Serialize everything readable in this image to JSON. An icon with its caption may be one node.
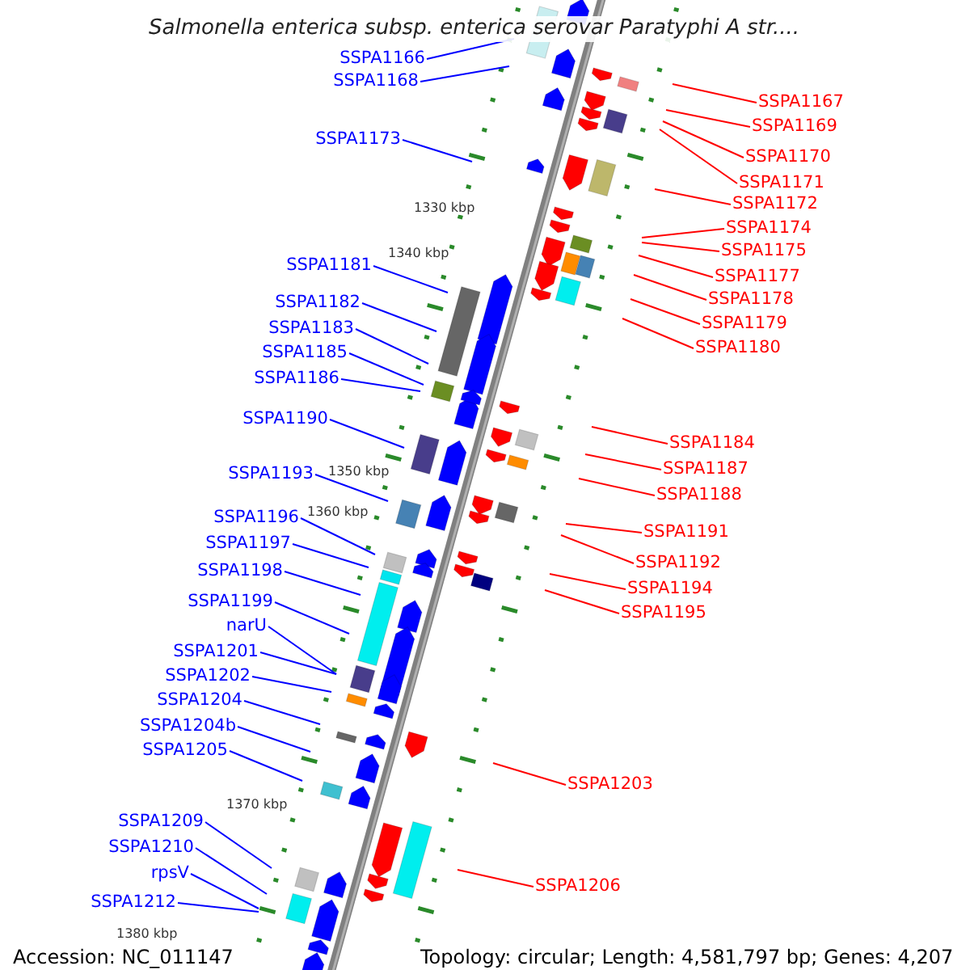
{
  "diagram": {
    "title": "Salmonella enterica subsp. enterica serovar Paratyphi A str....",
    "nodes": [
      {
        "text": [
          "SSPA1166"
        ]
      },
      {
        "text": [
          "SSPA1168"
        ]
      },
      {
        "text": [
          "SSPA1173"
        ]
      },
      {
        "text": [
          "SSPA1181"
        ]
      },
      {
        "text": [
          "SSPA1182"
        ]
      },
      {
        "text": [
          "SSPA1183"
        ]
      },
      {
        "text": [
          "SSPA1185"
        ]
      },
      {
        "text": [
          "SSPA1186"
        ]
      },
      {
        "text": [
          "SSPA1190"
        ]
      },
      {
        "text": [
          "SSPA1193"
        ]
      },
      {
        "text": [
          "SSPA1196"
        ]
      },
      {
        "text": [
          "SSPA1197"
        ]
      },
      {
        "text": [
          "SSPA1198"
        ]
      },
      {
        "text": [
          "SSPA1199"
        ]
      },
      {
        "text": [
          "narU"
        ]
      },
      {
        "text": [
          "SSPA1201"
        ]
      },
      {
        "text": [
          "SSPA1202"
        ]
      },
      {
        "text": [
          "SSPA1204"
        ]
      },
      {
        "text": [
          "SSPA1204b"
        ]
      },
      {
        "text": [
          "SSPA1205"
        ]
      },
      {
        "text": [
          "SSPA1209"
        ]
      },
      {
        "text": [
          "SSPA1210"
        ]
      },
      {
        "text": [
          "rpsV"
        ]
      },
      {
        "text": [
          "SSPA1212"
        ]
      },
      {
        "text": [
          "SSPA1167"
        ]
      },
      {
        "text": [
          "SSPA1169"
        ]
      },
      {
        "text": [
          "SSPA1170"
        ]
      },
      {
        "text": [
          "SSPA1171"
        ]
      },
      {
        "text": [
          "SSPA1172"
        ]
      },
      {
        "text": [
          "SSPA1174"
        ]
      },
      {
        "text": [
          "SSPA1175"
        ]
      },
      {
        "text": [
          "SSPA1177"
        ]
      },
      {
        "text": [
          "SSPA1178"
        ]
      },
      {
        "text": [
          "SSPA1179"
        ]
      },
      {
        "text": [
          "SSPA1180"
        ]
      },
      {
        "text": [
          "SSPA1184"
        ]
      },
      {
        "text": [
          "SSPA1187"
        ]
      },
      {
        "text": [
          "SSPA1188"
        ]
      },
      {
        "text": [
          "SSPA1191"
        ]
      },
      {
        "text": [
          "SSPA1192"
        ]
      },
      {
        "text": [
          "SSPA1194"
        ]
      },
      {
        "text": [
          "SSPA1195"
        ]
      },
      {
        "text": [
          "SSPA1203"
        ]
      },
      {
        "text": [
          "SSPA1206"
        ]
      }
    ],
    "edges": [
      {
        "from": 0,
        "to": null,
        "arrow": "none"
      },
      {
        "from": 1,
        "to": null,
        "arrow": "none"
      },
      {
        "from": 2,
        "to": null,
        "arrow": "none"
      },
      {
        "from": 3,
        "to": null,
        "arrow": "none"
      },
      {
        "from": 4,
        "to": null,
        "arrow": "none"
      },
      {
        "from": 5,
        "to": null,
        "arrow": "none"
      },
      {
        "from": 6,
        "to": null,
        "arrow": "none"
      },
      {
        "from": 7,
        "to": null,
        "arrow": "none"
      },
      {
        "from": 8,
        "to": null,
        "arrow": "none"
      },
      {
        "from": 9,
        "to": null,
        "arrow": "none"
      },
      {
        "from": 10,
        "to": null,
        "arrow": "none"
      },
      {
        "from": 11,
        "to": null,
        "arrow": "none"
      },
      {
        "from": 12,
        "to": null,
        "arrow": "none"
      },
      {
        "from": 13,
        "to": null,
        "arrow": "none"
      },
      {
        "from": 14,
        "to": null,
        "arrow": "none"
      },
      {
        "from": 15,
        "to": null,
        "arrow": "none"
      },
      {
        "from": 16,
        "to": null,
        "arrow": "none"
      },
      {
        "from": 17,
        "to": null,
        "arrow": "none"
      },
      {
        "from": 18,
        "to": null,
        "arrow": "none"
      },
      {
        "from": 19,
        "to": null,
        "arrow": "none"
      },
      {
        "from": 20,
        "to": null,
        "arrow": "none"
      },
      {
        "from": 21,
        "to": null,
        "arrow": "none"
      },
      {
        "from": 22,
        "to": null,
        "arrow": "none"
      },
      {
        "from": 23,
        "to": null,
        "arrow": "none"
      },
      {
        "from": 24,
        "to": null,
        "arrow": "none",
        "color": "#ff0000"
      },
      {
        "from": 25,
        "to": null,
        "arrow": "none",
        "color": "#ff0000"
      },
      {
        "from": 26,
        "to": null,
        "arrow": "none",
        "color": "#ff0000"
      },
      {
        "from": 27,
        "to": null,
        "arrow": "none",
        "color": "#ff0000"
      },
      {
        "from": 28,
        "to": null,
        "arrow": "none",
        "color": "#ff0000"
      },
      {
        "from": 29,
        "to": null,
        "arrow": "none",
        "color": "#ff0000"
      },
      {
        "from": 30,
        "to": null,
        "arrow": "none",
        "color": "#ff0000"
      },
      {
        "from": 31,
        "to": null,
        "arrow": "none",
        "color": "#ff0000"
      },
      {
        "from": 32,
        "to": null,
        "arrow": "none",
        "color": "#ff0000"
      },
      {
        "from": 33,
        "to": null,
        "arrow": "none",
        "color": "#ff0000"
      },
      {
        "from": 34,
        "to": null,
        "arrow": "none",
        "color": "#ff0000"
      },
      {
        "from": 35,
        "to": null,
        "arrow": "none",
        "color": "#ff0000"
      },
      {
        "from": 36,
        "to": null,
        "arrow": "none",
        "color": "#ff0000"
      },
      {
        "from": 37,
        "to": null,
        "arrow": "none",
        "color": "#ff0000"
      },
      {
        "from": 38,
        "to": null,
        "arrow": "none",
        "color": "#ff0000"
      },
      {
        "from": 39,
        "to": null,
        "arrow": "none",
        "color": "#ff0000"
      },
      {
        "from": 40,
        "to": null,
        "arrow": "none",
        "color": "#ff0000"
      },
      {
        "from": 41,
        "to": null,
        "arrow": "none",
        "color": "#ff0000"
      },
      {
        "from": 42,
        "to": null,
        "arrow": "none",
        "color": "#ff0000"
      },
      {
        "from": 43,
        "to": null,
        "arrow": "none",
        "color": "#ff0000"
      }
    ],
    "labels": [
      "1330 kbp",
      "1340 kbp",
      "1350 kbp",
      "1360 kbp",
      "1370 kbp",
      "1380 kbp",
      "Accession: NC_011147",
      "Topology: circular; Length: 4,581,797 bp; Genes: 4,207"
    ]
  }
}
